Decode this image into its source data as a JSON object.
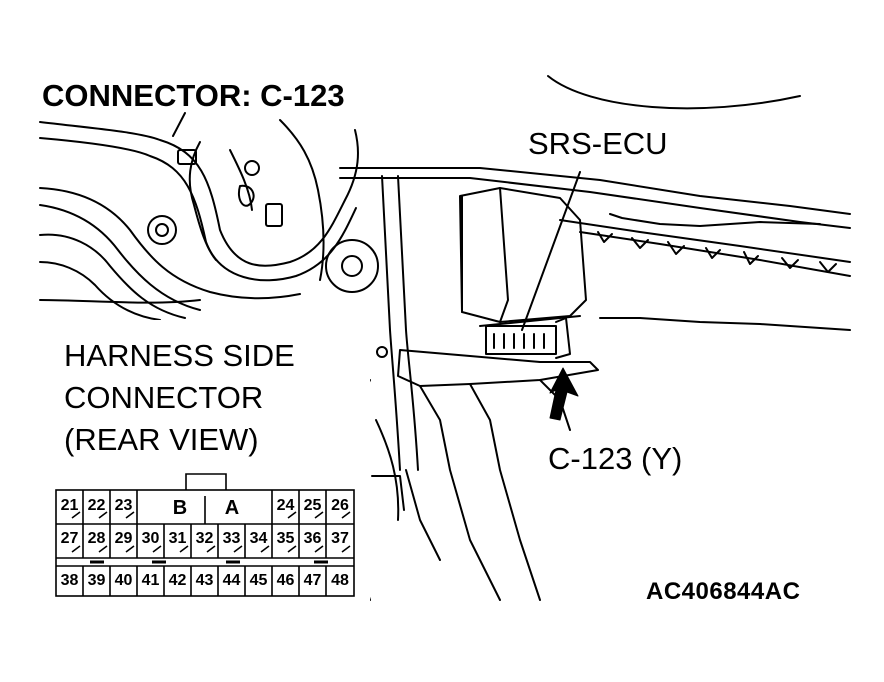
{
  "title": "CONNECTOR: C-123",
  "labels": {
    "ecu": "SRS-ECU",
    "harness_line1": "HARNESS SIDE",
    "harness_line2": "CONNECTOR",
    "harness_line3": "(REAR VIEW)",
    "connector_ref": "C-123 (Y)",
    "figure_code": "AC406844AC"
  },
  "connector": {
    "key_labels": [
      "B",
      "A"
    ],
    "pins_row1_left": [
      "21",
      "22",
      "23"
    ],
    "pins_row1_right": [
      "24",
      "25",
      "26"
    ],
    "pins_row2": [
      "27",
      "28",
      "29",
      "30",
      "31",
      "32",
      "33",
      "34",
      "35",
      "36",
      "37"
    ],
    "pins_row3": [
      "38",
      "39",
      "40",
      "41",
      "42",
      "43",
      "44",
      "45",
      "46",
      "47",
      "48"
    ]
  }
}
